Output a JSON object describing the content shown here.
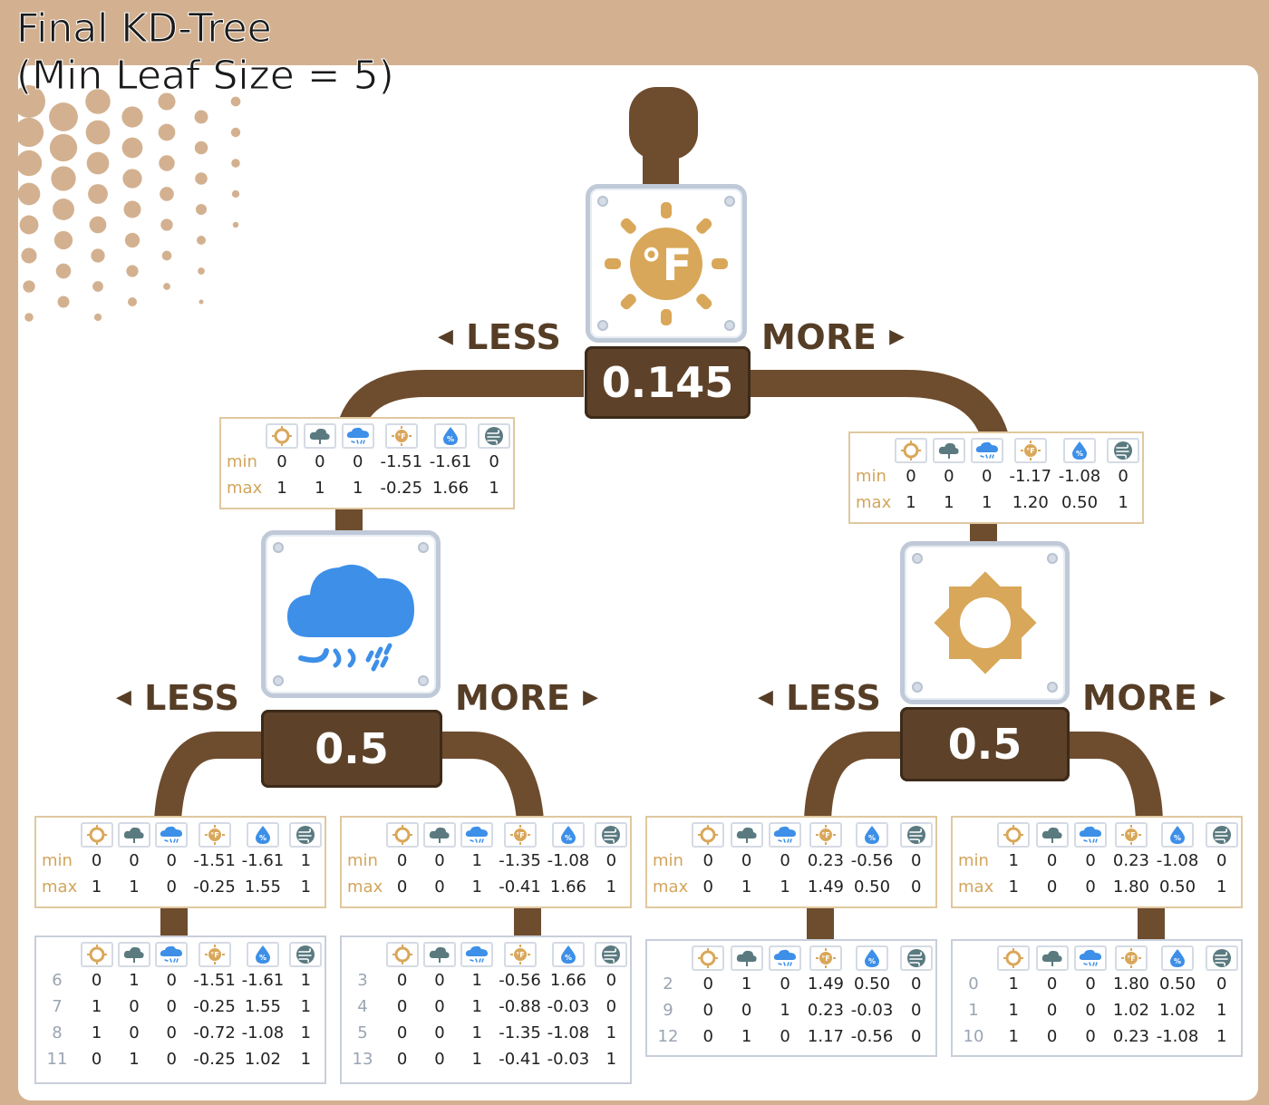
{
  "title": "Final KD-Tree\n(Min Leaf Size = 5)",
  "colors": {
    "background": "#d3b190",
    "branch": "#6e4c2e",
    "value_box": "#5d4229",
    "sun": "#d9a75a",
    "cloud": "#3d8fe8",
    "gray_icon": "#5a7a80",
    "label": "#d2a55c"
  },
  "feature_icons": [
    "sun-icon",
    "tree-icon",
    "rain-cloud-icon",
    "temperature-icon",
    "humidity-icon",
    "wind-icon"
  ],
  "row_labels": {
    "min": "min",
    "max": "max"
  },
  "nodes": {
    "root": {
      "split_icon": "temperature-sun-icon",
      "value": "0.145",
      "less": "LESS",
      "more": "MORE"
    },
    "left": {
      "split_icon": "rain-cloud-icon",
      "value": "0.5",
      "less": "LESS",
      "more": "MORE",
      "bounds": {
        "min": [
          "0",
          "0",
          "0",
          "-1.51",
          "-1.61",
          "0"
        ],
        "max": [
          "1",
          "1",
          "1",
          "-0.25",
          "1.66",
          "1"
        ]
      }
    },
    "right": {
      "split_icon": "sun-icon",
      "value": "0.5",
      "less": "LESS",
      "more": "MORE",
      "bounds": {
        "min": [
          "0",
          "0",
          "0",
          "-1.17",
          "-1.08",
          "0"
        ],
        "max": [
          "1",
          "1",
          "1",
          "1.20",
          "0.50",
          "1"
        ]
      }
    }
  },
  "leaves": [
    {
      "bounds": {
        "min": [
          "0",
          "0",
          "0",
          "-1.51",
          "-1.61",
          "1"
        ],
        "max": [
          "1",
          "1",
          "0",
          "-0.25",
          "1.55",
          "1"
        ]
      },
      "rows": [
        [
          "6",
          "0",
          "1",
          "0",
          "-1.51",
          "-1.61",
          "1"
        ],
        [
          "7",
          "1",
          "0",
          "0",
          "-0.25",
          "1.55",
          "1"
        ],
        [
          "8",
          "1",
          "0",
          "0",
          "-0.72",
          "-1.08",
          "1"
        ],
        [
          "11",
          "0",
          "1",
          "0",
          "-0.25",
          "1.02",
          "1"
        ]
      ]
    },
    {
      "bounds": {
        "min": [
          "0",
          "0",
          "1",
          "-1.35",
          "-1.08",
          "0"
        ],
        "max": [
          "0",
          "0",
          "1",
          "-0.41",
          "1.66",
          "1"
        ]
      },
      "rows": [
        [
          "3",
          "0",
          "0",
          "1",
          "-0.56",
          "1.66",
          "0"
        ],
        [
          "4",
          "0",
          "0",
          "1",
          "-0.88",
          "-0.03",
          "0"
        ],
        [
          "5",
          "0",
          "0",
          "1",
          "-1.35",
          "-1.08",
          "1"
        ],
        [
          "13",
          "0",
          "0",
          "1",
          "-0.41",
          "-0.03",
          "1"
        ]
      ]
    },
    {
      "bounds": {
        "min": [
          "0",
          "0",
          "0",
          "0.23",
          "-0.56",
          "0"
        ],
        "max": [
          "0",
          "1",
          "1",
          "1.49",
          "0.50",
          "0"
        ]
      },
      "rows": [
        [
          "2",
          "0",
          "1",
          "0",
          "1.49",
          "0.50",
          "0"
        ],
        [
          "9",
          "0",
          "0",
          "1",
          "0.23",
          "-0.03",
          "0"
        ],
        [
          "12",
          "0",
          "1",
          "0",
          "1.17",
          "-0.56",
          "0"
        ]
      ]
    },
    {
      "bounds": {
        "min": [
          "1",
          "0",
          "0",
          "0.23",
          "-1.08",
          "0"
        ],
        "max": [
          "1",
          "0",
          "0",
          "1.80",
          "0.50",
          "1"
        ]
      },
      "rows": [
        [
          "0",
          "1",
          "0",
          "0",
          "1.80",
          "0.50",
          "0"
        ],
        [
          "1",
          "1",
          "0",
          "0",
          "1.02",
          "1.02",
          "1"
        ],
        [
          "10",
          "1",
          "0",
          "0",
          "0.23",
          "-1.08",
          "1"
        ]
      ]
    }
  ]
}
